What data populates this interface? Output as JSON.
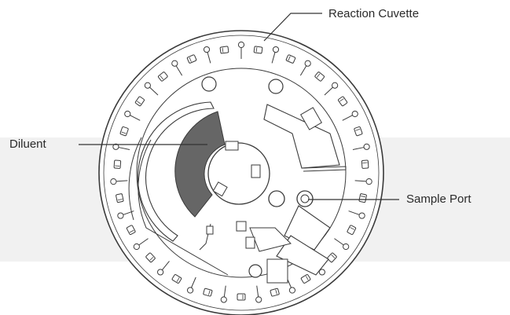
{
  "callouts": {
    "reaction_cuvette": "Reaction Cuvette",
    "diluent": "Diluent",
    "sample_port": "Sample Port"
  },
  "colors": {
    "band": "#f1f1f1",
    "stroke": "#3a3a3a",
    "diluent_fill": "#666666",
    "leader": "#333333"
  }
}
